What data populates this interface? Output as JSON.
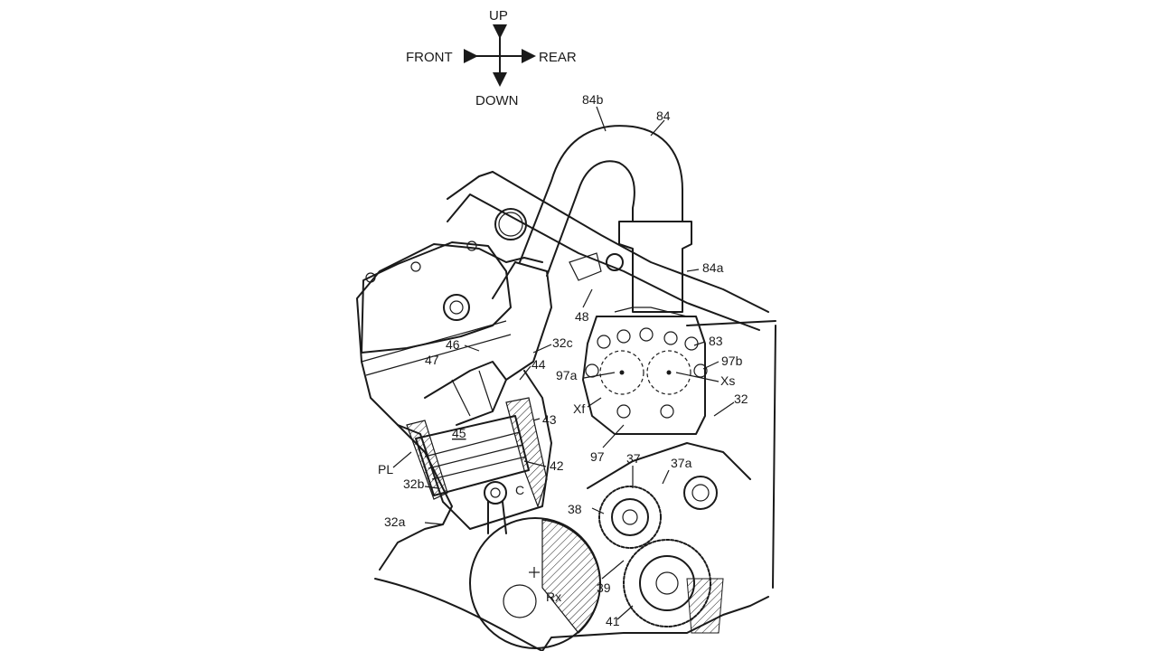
{
  "compass": {
    "up": "UP",
    "down": "DOWN",
    "front": "FRONT",
    "rear": "REAR"
  },
  "labels": {
    "l84b": "84b",
    "l84": "84",
    "l84a": "84a",
    "l48": "48",
    "l83": "83",
    "l97b": "97b",
    "lXs": "Xs",
    "l97a": "97a",
    "lXf": "Xf",
    "l32": "32",
    "l97": "97",
    "l32c": "32c",
    "l46": "46",
    "l47": "47",
    "l44": "44",
    "l43": "43",
    "l45": "45",
    "l42": "42",
    "lPL": "PL",
    "l32b": "32b",
    "lC": "C",
    "l37": "37",
    "l37a": "37a",
    "l38": "38",
    "l32a": "32a",
    "lRx": "Rx",
    "l39": "39",
    "l41": "41"
  }
}
